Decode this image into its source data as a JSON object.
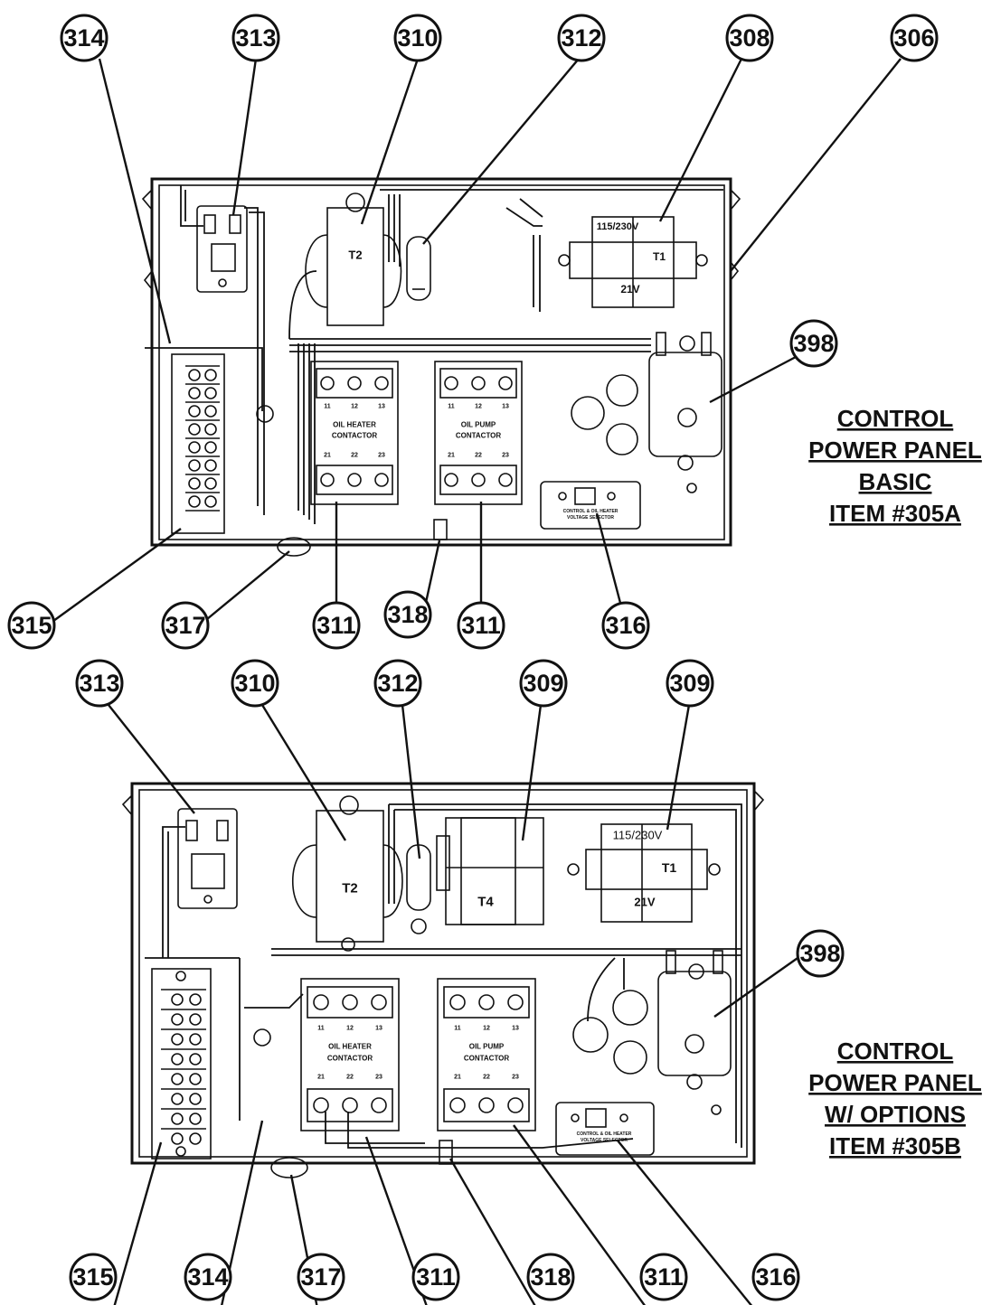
{
  "panels": [
    {
      "title_lines": [
        "CONTROL",
        "POWER PANEL",
        "BASIC",
        "ITEM #305A"
      ],
      "callouts": {
        "c314": "314",
        "c313": "313",
        "c310": "310",
        "c312": "312",
        "c308": "308",
        "c306": "306",
        "c398": "398",
        "c315": "315",
        "c317": "317",
        "c311a": "311",
        "c318": "318",
        "c311b": "311",
        "c316": "316"
      },
      "component_labels": {
        "t2": "T2",
        "t1": "T1",
        "t1_primary": "115/230V",
        "t1_secondary": "21V",
        "oil_heater_contactor": [
          "OIL HEATER",
          "CONTACTOR"
        ],
        "oil_pump_contactor": [
          "OIL PUMP",
          "CONTACTOR"
        ],
        "contactor_top_terminals": [
          "11",
          "12",
          "13"
        ],
        "contactor_bottom_terminals": [
          "21",
          "22",
          "23"
        ],
        "voltage_selector": [
          "CONTROL & OIL HEATER",
          "VOLTAGE SELECTOR"
        ]
      }
    },
    {
      "title_lines": [
        "CONTROL",
        "POWER PANEL",
        "W/ OPTIONS",
        "ITEM #305B"
      ],
      "callouts": {
        "c313": "313",
        "c310": "310",
        "c312": "312",
        "c309a": "309",
        "c309b": "309",
        "c398": "398",
        "c315": "315",
        "c314": "314",
        "c317": "317",
        "c311a": "311",
        "c318": "318",
        "c311b": "311",
        "c316": "316"
      },
      "component_labels": {
        "t2": "T2",
        "t4": "T4",
        "t1": "T1",
        "t1_primary": "115/230V",
        "t1_secondary": "21V",
        "oil_heater_contactor": [
          "OIL HEATER",
          "CONTACTOR"
        ],
        "oil_pump_contactor": [
          "OIL PUMP",
          "CONTACTOR"
        ],
        "contactor_top_terminals": [
          "11",
          "12",
          "13"
        ],
        "contactor_bottom_terminals": [
          "21",
          "22",
          "23"
        ],
        "voltage_selector": [
          "CONTROL & OIL HEATER",
          "VOLTAGE SELECTOR"
        ]
      }
    }
  ]
}
